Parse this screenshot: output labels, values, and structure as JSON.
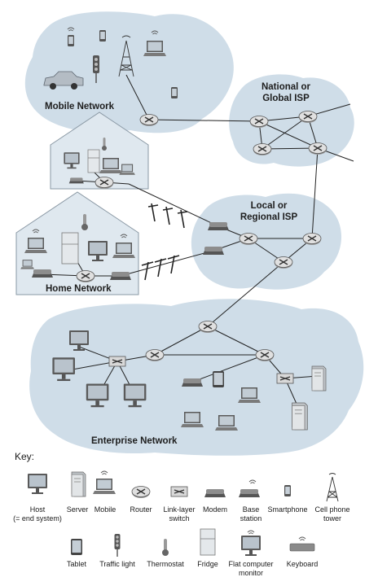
{
  "diagram": {
    "networks": {
      "mobile": "Mobile Network",
      "national_line1": "National or",
      "national_line2": "Global ISP",
      "local_line1": "Local or",
      "local_line2": "Regional ISP",
      "home": "Home Network",
      "enterprise": "Enterprise Network"
    }
  },
  "key": {
    "title": "Key:",
    "row1": [
      {
        "label": "Host\n(= end system)",
        "icon": "host-icon"
      },
      {
        "label": "Server",
        "icon": "server-icon"
      },
      {
        "label": "Mobile",
        "icon": "mobile-icon"
      },
      {
        "label": "Router",
        "icon": "router-icon"
      },
      {
        "label": "Link-layer\nswitch",
        "icon": "switch-icon"
      },
      {
        "label": "Modem",
        "icon": "modem-icon"
      },
      {
        "label": "Base\nstation",
        "icon": "base-station-icon"
      },
      {
        "label": "Smartphone",
        "icon": "smartphone-icon"
      },
      {
        "label": "Cell phone\ntower",
        "icon": "cell-tower-icon"
      }
    ],
    "row2": [
      {
        "label": "Tablet",
        "icon": "tablet-icon"
      },
      {
        "label": "Traffic light",
        "icon": "traffic-light-icon"
      },
      {
        "label": "Thermostat",
        "icon": "thermostat-icon"
      },
      {
        "label": "Fridge",
        "icon": "fridge-icon"
      },
      {
        "label": "Flat computer\nmonitor",
        "icon": "monitor-icon"
      },
      {
        "label": "Keyboard",
        "icon": "keyboard-icon"
      }
    ]
  },
  "colors": {
    "cloud_fill": "#cfdde8",
    "router_fill": "#d6d6d6",
    "link": "#222222",
    "house_fill": "#dfe8ef"
  }
}
